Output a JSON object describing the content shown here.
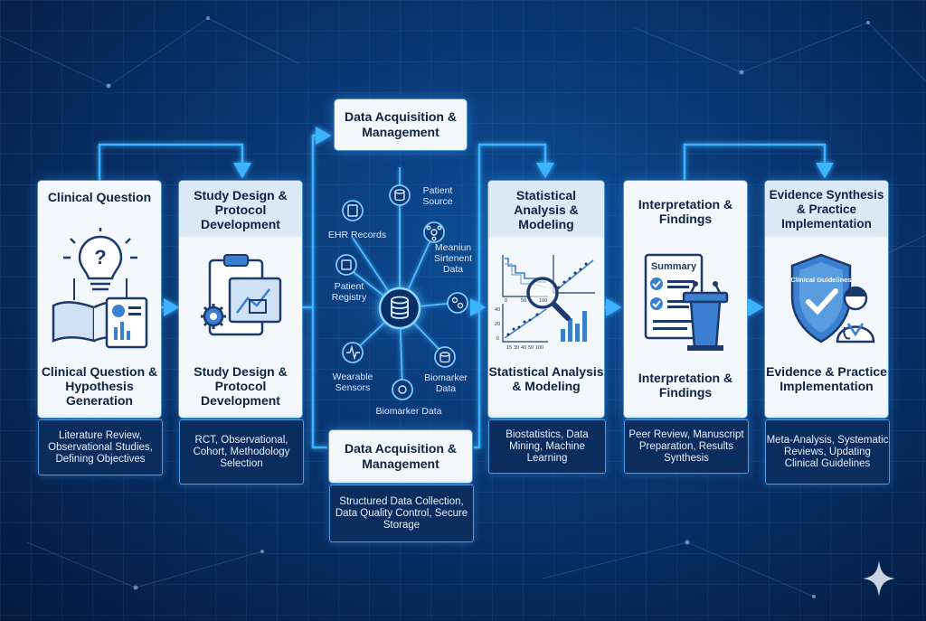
{
  "stages": [
    {
      "title": "Clinical Question",
      "subtitle": "Clinical Question & Hypothesis Generation",
      "details": "Literature Review, Observational Studies, Defining Objectives"
    },
    {
      "title": "Study Design & Protocol Development",
      "subtitle": "Study Design & Protocol Development",
      "details": "RCT, Observational, Cohort, Methodology Selection"
    },
    {
      "title": "Statistical Analysis & Modeling",
      "subtitle": "Statistical Analysis & Modeling",
      "details": "Biostatistics, Data Mining, Machine Learning"
    },
    {
      "title": "Interpretation & Findings",
      "subtitle": "Interpretation & Findings",
      "details": "Peer Review, Manuscript Preparation, Results Synthesis",
      "doc_label": "Summary"
    },
    {
      "title": "Evidence Synthesis & Practice Implementation",
      "subtitle": "Evidence & Practice Implementation",
      "details": "Meta-Analysis, Systematic Reviews, Updating Clinical Guidelines",
      "shield_label": "Clinical Guidelines"
    }
  ],
  "data_acquisition": {
    "top_title": "Data Acquisition & Management",
    "bottom_title": "Data Acquisition & Management",
    "details": "Structured Data Collection, Data Quality Control, Secure Storage",
    "sources": {
      "patient_source": "Patient Source",
      "ehr_records": "EHR Records",
      "meanium": "Meaniun Sirtenent Data",
      "patient_registry": "Patient Registry",
      "wearable_sensors": "Wearable Sensors",
      "biomarker_data_right": "Biomarker Data",
      "biomarker_data_bottom": "Biomarker Data"
    }
  },
  "chart_ticks": {
    "x": [
      "15",
      "30",
      "40",
      "50",
      "100"
    ],
    "x_top": [
      "0",
      "50",
      "100"
    ],
    "y": [
      "40",
      "20",
      "0"
    ]
  },
  "colors": {
    "accent": "#2fa8ff",
    "navy": "#0e2244",
    "card_bg": "#f4f8fd"
  }
}
